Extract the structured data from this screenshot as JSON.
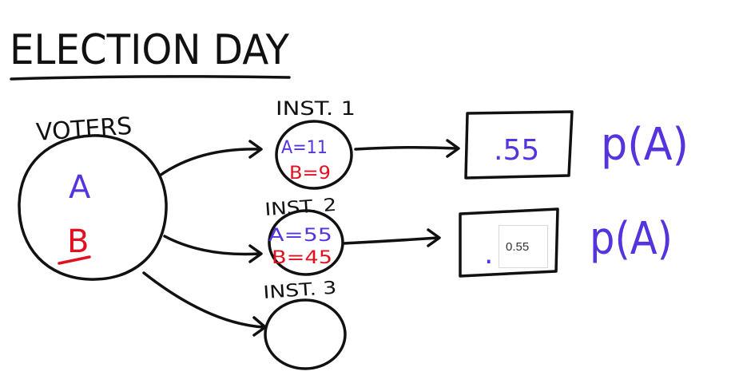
{
  "title": "ELECTION DAY",
  "voters": {
    "label": "VOTERS",
    "a": "A",
    "b": "B"
  },
  "institutes": [
    {
      "label": "INST. 1",
      "a_count": "A=11",
      "b_count": "B=9",
      "result": ".55",
      "prob": "p(A)"
    },
    {
      "label": "INST. 2",
      "a_count": "A=55",
      "b_count": "B=45",
      "result": ".",
      "prob": "p(A)"
    },
    {
      "label": "INST. 3"
    }
  ],
  "answer_input": {
    "value": "0.55"
  },
  "colors": {
    "ink": "#111111",
    "blue": "#5533dd",
    "red": "#e01020"
  }
}
